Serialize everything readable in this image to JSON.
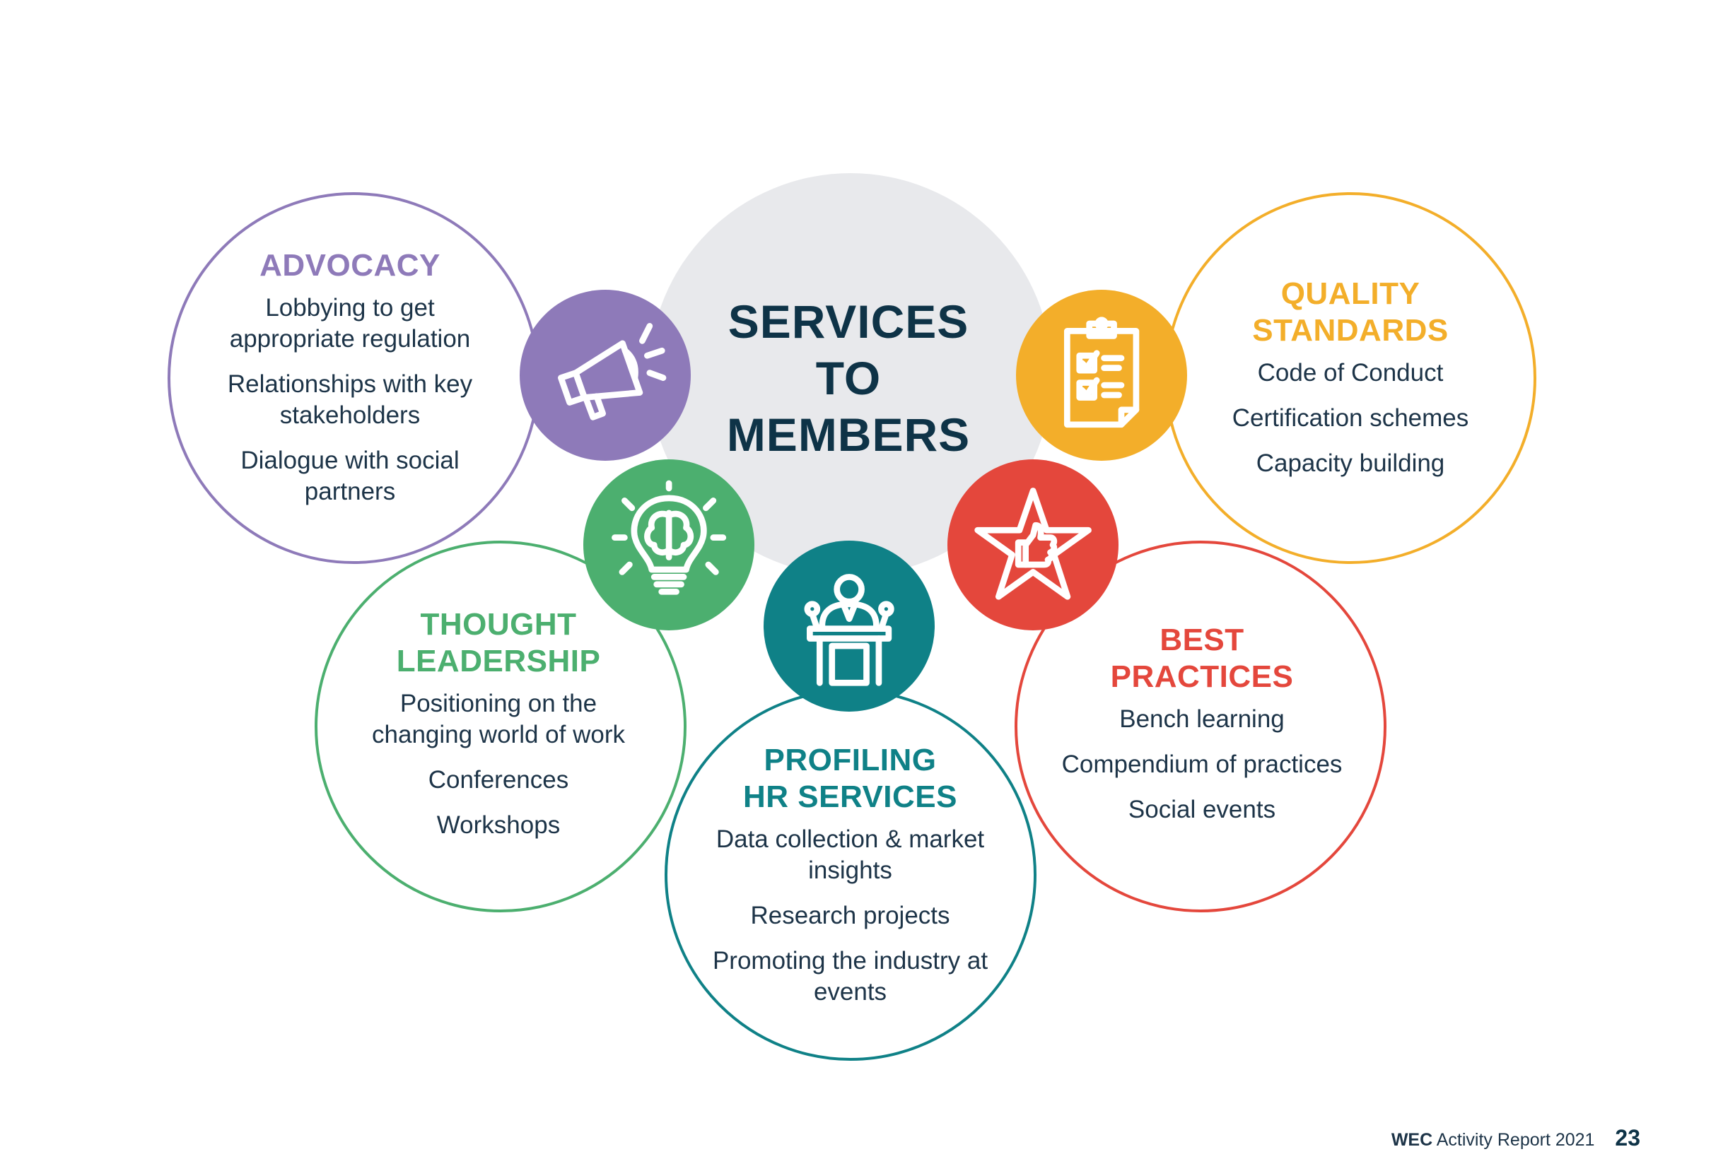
{
  "center": {
    "title_lines": [
      "SERVICES",
      "TO",
      "MEMBERS"
    ]
  },
  "colors": {
    "advocacy": "#8e7ab9",
    "quality": "#f3ae2a",
    "thought": "#4caf6f",
    "profiling": "#0f8187",
    "best": "#e4473c",
    "center_fill": "#e8e9ec",
    "text": "#1d3448"
  },
  "icons": {
    "advocacy": "megaphone-icon",
    "quality": "clipboard-checklist-icon",
    "thought": "lightbulb-brain-icon",
    "profiling": "speaker-podium-icon",
    "best": "star-thumbs-up-icon"
  },
  "services": {
    "advocacy": {
      "title_lines": [
        "ADVOCACY"
      ],
      "items": [
        "Lobbying to get appropriate regulation",
        "Relationships with key stakeholders",
        "Dialogue with social partners"
      ]
    },
    "quality": {
      "title_lines": [
        "QUALITY",
        "STANDARDS"
      ],
      "items": [
        "Code of Conduct",
        "Certification schemes",
        "Capacity building"
      ]
    },
    "thought": {
      "title_lines": [
        "THOUGHT",
        "LEADERSHIP"
      ],
      "items": [
        "Positioning on the changing world of work",
        "Conferences",
        "Workshops"
      ]
    },
    "profiling": {
      "title_lines": [
        "PROFILING",
        "HR SERVICES"
      ],
      "items": [
        "Data collection & market insights",
        "Research projects",
        "Promoting the industry at events"
      ]
    },
    "best": {
      "title_lines": [
        "BEST",
        "PRACTICES"
      ],
      "items": [
        "Bench learning",
        "Compendium of practices",
        "Social events"
      ]
    }
  },
  "footer": {
    "brand": "WEC",
    "text": "Activity Report 2021",
    "page": "23"
  }
}
